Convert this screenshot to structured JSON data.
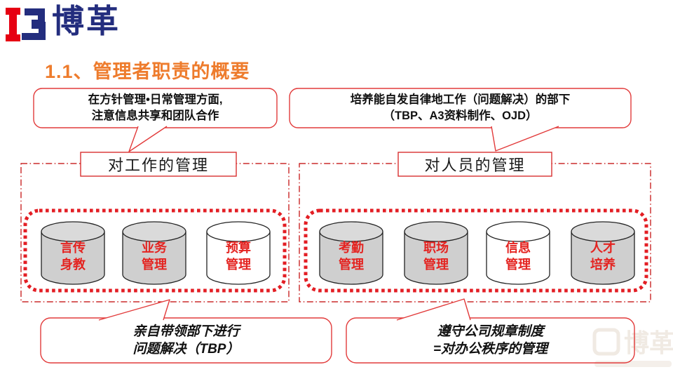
{
  "brand": {
    "name": "博革"
  },
  "slide": {
    "title": "1.1、管理者职责的概要"
  },
  "callouts": {
    "top_left": "在方针管理•日常管理方面,\n注意信息共享和团队合作",
    "top_right": "培养能自发自律地工作（问题解决）的部下\n（TBP、A3资料制作、OJD）",
    "bottom_left": "亲自带领部下进行\n问题解决（TBP）",
    "bottom_right": "遵守公司规章制度\n=对办公秩序的管理"
  },
  "groups": [
    {
      "label": "对工作的管理",
      "items": [
        {
          "name": "言传\n身教",
          "variant": "gray"
        },
        {
          "name": "业务\n管理",
          "variant": "gray"
        },
        {
          "name": "预算\n管理",
          "variant": "white"
        }
      ]
    },
    {
      "label": "对人员的管理",
      "items": [
        {
          "name": "考勤\n管理",
          "variant": "gray"
        },
        {
          "name": "职场\n管理",
          "variant": "gray"
        },
        {
          "name": "信息\n管理",
          "variant": "white"
        },
        {
          "name": "人才\n培养",
          "variant": "gray"
        }
      ]
    }
  ],
  "watermark": {
    "brand": "博革"
  },
  "theme": {
    "title_orange": "#EE7C2D",
    "accent_red": "#E23B3B",
    "dotted_red": "#E31E24",
    "dashdot_red": "#C00000",
    "logo_navy": "#232D7E",
    "logo_red": "#E60012",
    "cylinder_gray": "#CFCFCF",
    "cylinder_text_red": "#E42320"
  }
}
